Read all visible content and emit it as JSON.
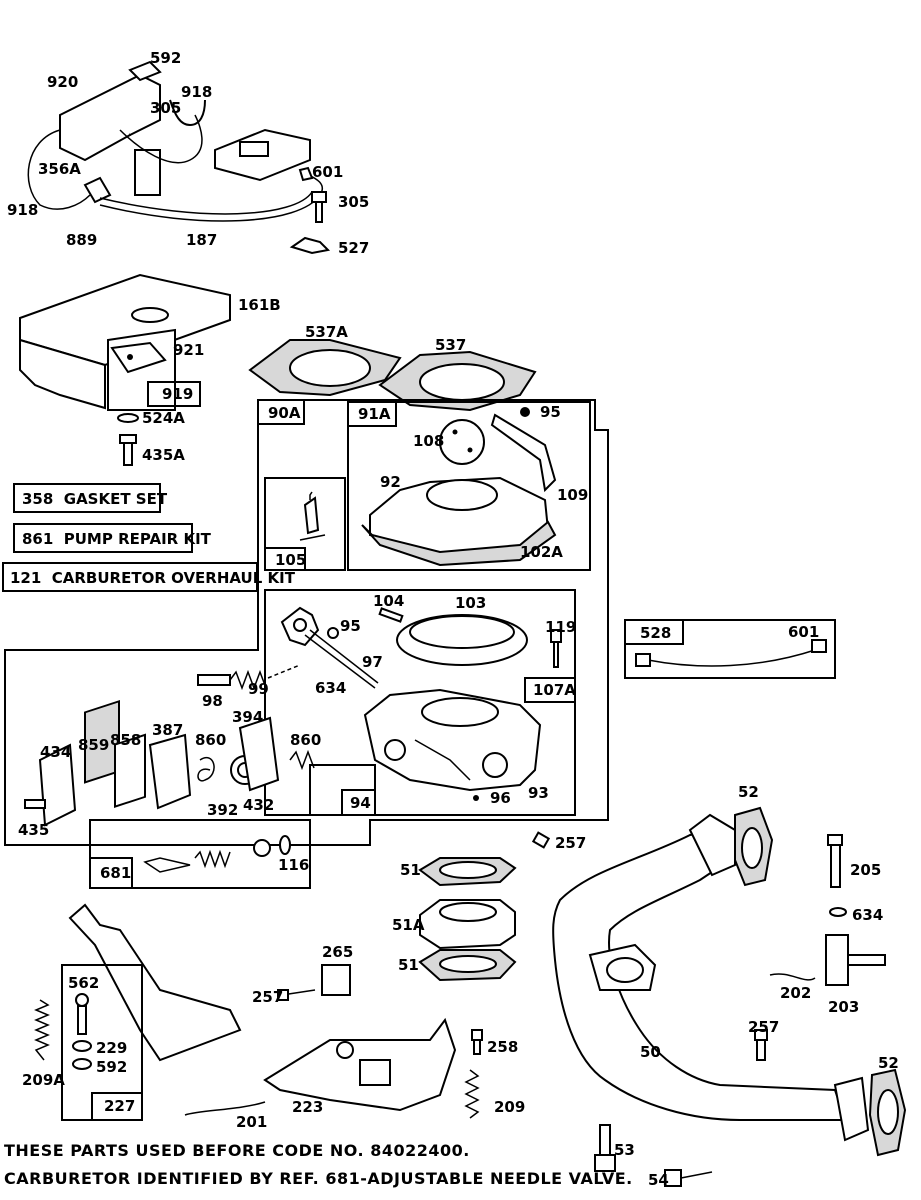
{
  "labels": {
    "l592a": "592",
    "l920": "920",
    "l305a": "305",
    "l918a": "918",
    "l356A": "356A",
    "l918b": "918",
    "l889": "889",
    "l187": "187",
    "l601a": "601",
    "l305b": "305",
    "l527": "527",
    "l161B": "161B",
    "l921": "921",
    "l919": "919",
    "l524A": "524A",
    "l435A": "435A",
    "l537A": "537A",
    "l537": "537",
    "l90A": "90A",
    "l91A": "91A",
    "l95a": "95",
    "l108": "108",
    "l92": "92",
    "l109": "109",
    "l102A": "102A",
    "l105": "105",
    "l104": "104",
    "l103": "103",
    "l119": "119",
    "l95b": "95",
    "l97": "97",
    "l98": "98",
    "l99": "99",
    "l634a": "634",
    "l107A": "107A",
    "l434": "434",
    "l859": "859",
    "l858": "858",
    "l387": "387",
    "l860a": "860",
    "l394": "394",
    "l860b": "860",
    "l435": "435",
    "l392": "392",
    "l432": "432",
    "l94": "94",
    "l96": "96",
    "l93": "93",
    "l257a": "257",
    "l681": "681",
    "l116": "116",
    "l528": "528",
    "l601b": "601",
    "l52a": "52",
    "l205": "205",
    "l634b": "634",
    "l202": "202",
    "l203": "203",
    "l51a": "51",
    "l51A": "51A",
    "l51b": "51",
    "l265": "265",
    "l257b": "257",
    "l562": "562",
    "l229": "229",
    "l592b": "592",
    "l209A": "209A",
    "l227": "227",
    "l258": "258",
    "l257c": "257",
    "l50": "50",
    "l52b": "52",
    "l223": "223",
    "l209": "209",
    "l201": "201",
    "l53": "53",
    "l54": "54"
  },
  "kits": {
    "gasket_set": "358  GASKET SET",
    "pump_repair_kit": "861  PUMP REPAIR KIT",
    "carb_overhaul_kit": "121  CARBURETOR OVERHAUL KIT"
  },
  "notes": {
    "line1": "THESE PARTS USED BEFORE CODE NO. 84022400.",
    "line2": "CARBURETOR IDENTIFIED BY REF. 681-ADJUSTABLE NEEDLE VALVE."
  }
}
